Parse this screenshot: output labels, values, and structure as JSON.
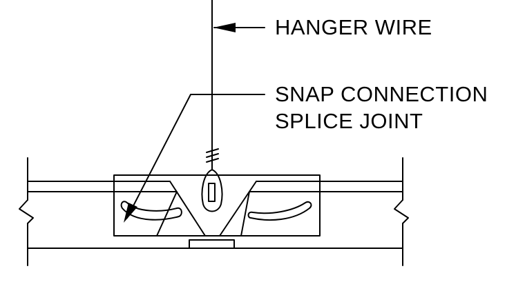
{
  "labels": {
    "hanger_wire": "HANGER WIRE",
    "splice_line1": "SNAP CONNECTION",
    "splice_line2": "SPLICE JOINT"
  }
}
